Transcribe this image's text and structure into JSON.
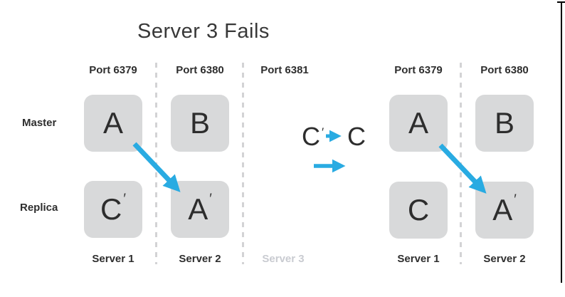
{
  "title": "Server 3 Fails",
  "row_labels": {
    "master": "Master",
    "replica": "Replica"
  },
  "left": {
    "ports": [
      "Port 6379",
      "Port 6380",
      "Port 6381"
    ],
    "servers": [
      "Server 1",
      "Server 2",
      "Server 3"
    ],
    "boxes": {
      "master": [
        {
          "letter": "A",
          "prime": ""
        },
        {
          "letter": "B",
          "prime": ""
        }
      ],
      "replica": [
        {
          "letter": "C",
          "prime": "′"
        },
        {
          "letter": "A",
          "prime": "′"
        }
      ]
    }
  },
  "middle": {
    "from": {
      "letter": "C",
      "prime": "′"
    },
    "to": "C"
  },
  "right": {
    "ports": [
      "Port 6379",
      "Port 6380"
    ],
    "servers": [
      "Server 1",
      "Server 2"
    ],
    "boxes": {
      "master": [
        {
          "letter": "A",
          "prime": ""
        },
        {
          "letter": "B",
          "prime": ""
        }
      ],
      "replica": [
        {
          "letter": "C",
          "prime": ""
        },
        {
          "letter": "A",
          "prime": "′"
        }
      ]
    }
  },
  "colors": {
    "accent_blue": "#29abe2",
    "node_gray": "#d8d9da",
    "text_dark": "#2e2e2e",
    "muted_gray": "#c9cbd1",
    "dash_gray": "#d3d3d5"
  }
}
